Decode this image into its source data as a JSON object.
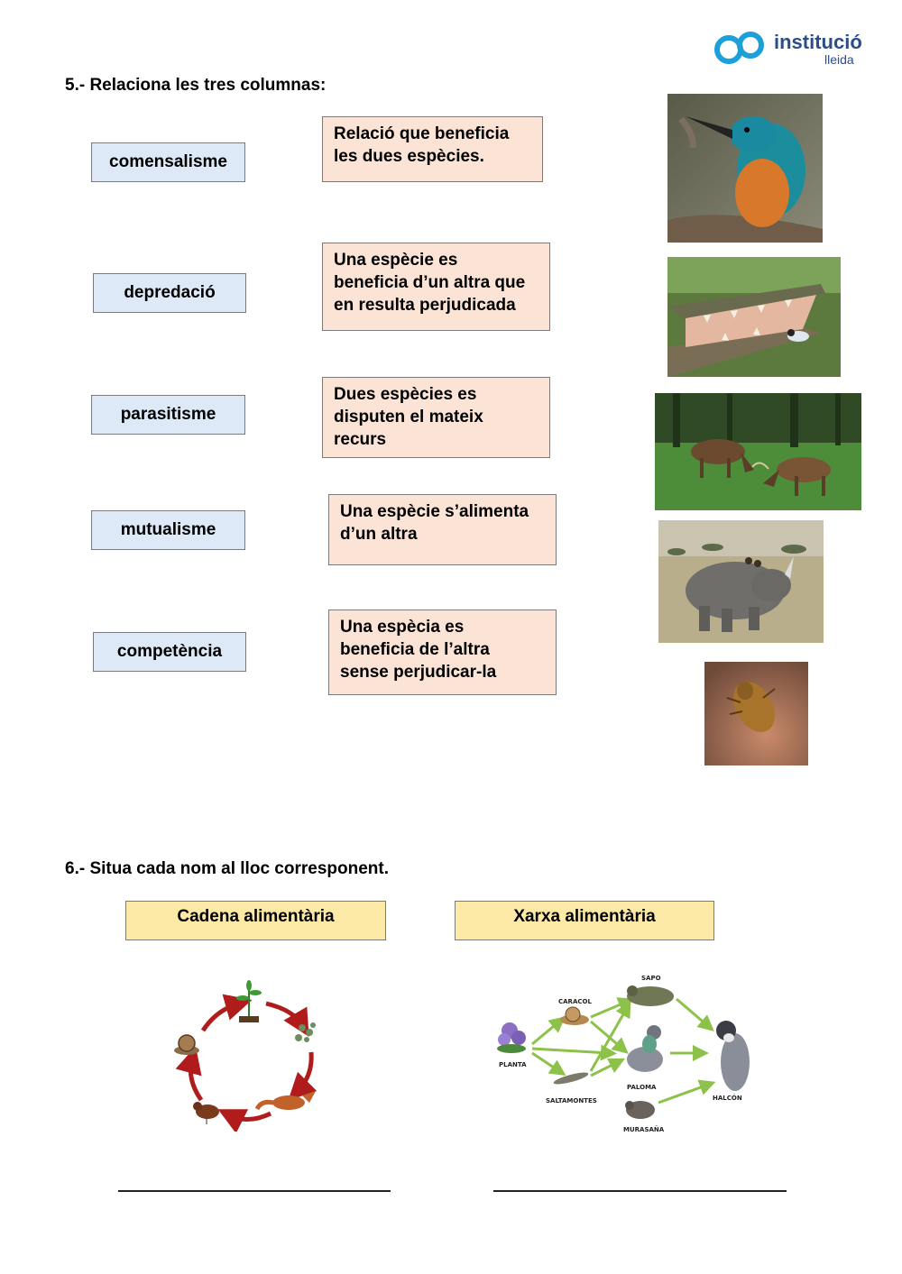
{
  "logo": {
    "name": "institució",
    "sub": "lleida"
  },
  "exercise5": {
    "title": "5.- Relaciona les tres columnas:",
    "terms": [
      "comensalisme",
      "depredació",
      "parasitisme",
      "mutualisme",
      "competència"
    ],
    "definitions": [
      [
        "Relació que beneficia",
        "les dues espècies."
      ],
      [
        "Una espècie es",
        "beneficia d’un altra que",
        "en resulta perjudicada"
      ],
      [
        "Dues espècies es",
        "disputen el mateix",
        "recurs"
      ],
      [
        "Una espècie s’alimenta",
        "d’un altra"
      ],
      [
        "Una espècia es",
        "beneficia de l’altra",
        "sense perjudicar-la"
      ]
    ],
    "photos": [
      "kingfisher-photo",
      "crocodile-bird-photo",
      "deer-fight-photo",
      "rhino-birds-photo",
      "louse-photo"
    ]
  },
  "exercise6": {
    "title": "6.- Situa cada nom al lloc corresponent.",
    "categories": [
      "Cadena alimentària",
      "Xarxa alimentària"
    ],
    "web_labels": {
      "sapo": "SAPO",
      "caracol": "CARACOL",
      "planta": "PLANTA",
      "paloma": "PALOMA",
      "saltamontes": "SALTAMONTES",
      "halcon": "HALCÓN",
      "murasana": "MURASAÑA"
    }
  }
}
